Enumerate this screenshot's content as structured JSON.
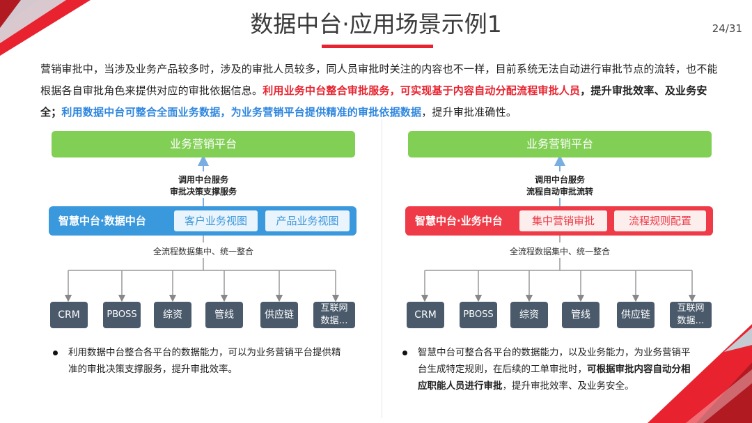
{
  "title": "数据中台·应用场景示例1",
  "page_number": "24/31",
  "intro": {
    "p1": "营销审批中，当涉及业务产品较多时，涉及的审批人员较多，同人员审批时关注的内容也不一样，目前系统无法自动进行审批节点的流转，也不能根据各自审批角色来提供对应的审批依据信息。",
    "red": "利用业务中台整合审批服务，可实现基于内容自动分配流程审批人员",
    "p2": "，提升审批效率、及业务安全；",
    "blue": "利用数据中台可整合全面业务数据，为业务营销平台提供精准的审批依据数据",
    "p3": "，提升审批准确性。"
  },
  "left": {
    "platform": "业务营销平台",
    "service_line1": "调用中台服务",
    "service_line2": "审批决策支撑服务",
    "hub_label": "智慧中台·数据中台",
    "chip1": "客户业务视图",
    "chip2": "产品业务视图",
    "flow_label": "全流程数据集中、统一整合",
    "systems": [
      "CRM",
      "PBOSS",
      "综资",
      "管线",
      "供应链"
    ],
    "system_last_line1": "互联网",
    "system_last_line2": "数据…",
    "bullet": "利用数据中台整合各平台的数据能力，可以为业务营销平台提供精准的审批决策支撑服务，提升审批效率。"
  },
  "right": {
    "platform": "业务营销平台",
    "service_line1": "调用中台服务",
    "service_line2": "流程自动审批流转",
    "hub_label": "智慧中台·业务中台",
    "chip1": "集中营销审批",
    "chip2": "流程规则配置",
    "flow_label": "全流程数据集中、统一整合",
    "systems": [
      "CRM",
      "PBOSS",
      "综资",
      "管线",
      "供应链"
    ],
    "system_last_line1": "互联网",
    "system_last_line2": "数据…",
    "bullet_pre": "智慧中台可整合各平台的数据能力，以及业务能力，为业务营销平台生成特定规则，在后续的工单审批时，",
    "bullet_bold": "可根据审批内容自动分相应职能人员进行审批",
    "bullet_post": "，提升审批效率、及业务安全。"
  },
  "colors": {
    "accent_red": "#e8232f",
    "platform_green": "#82cf56",
    "hub_blue": "#3a98dd",
    "hub_red": "#ee3b47",
    "system_gray": "#4a5a6b",
    "highlight_blue": "#2e86de"
  }
}
